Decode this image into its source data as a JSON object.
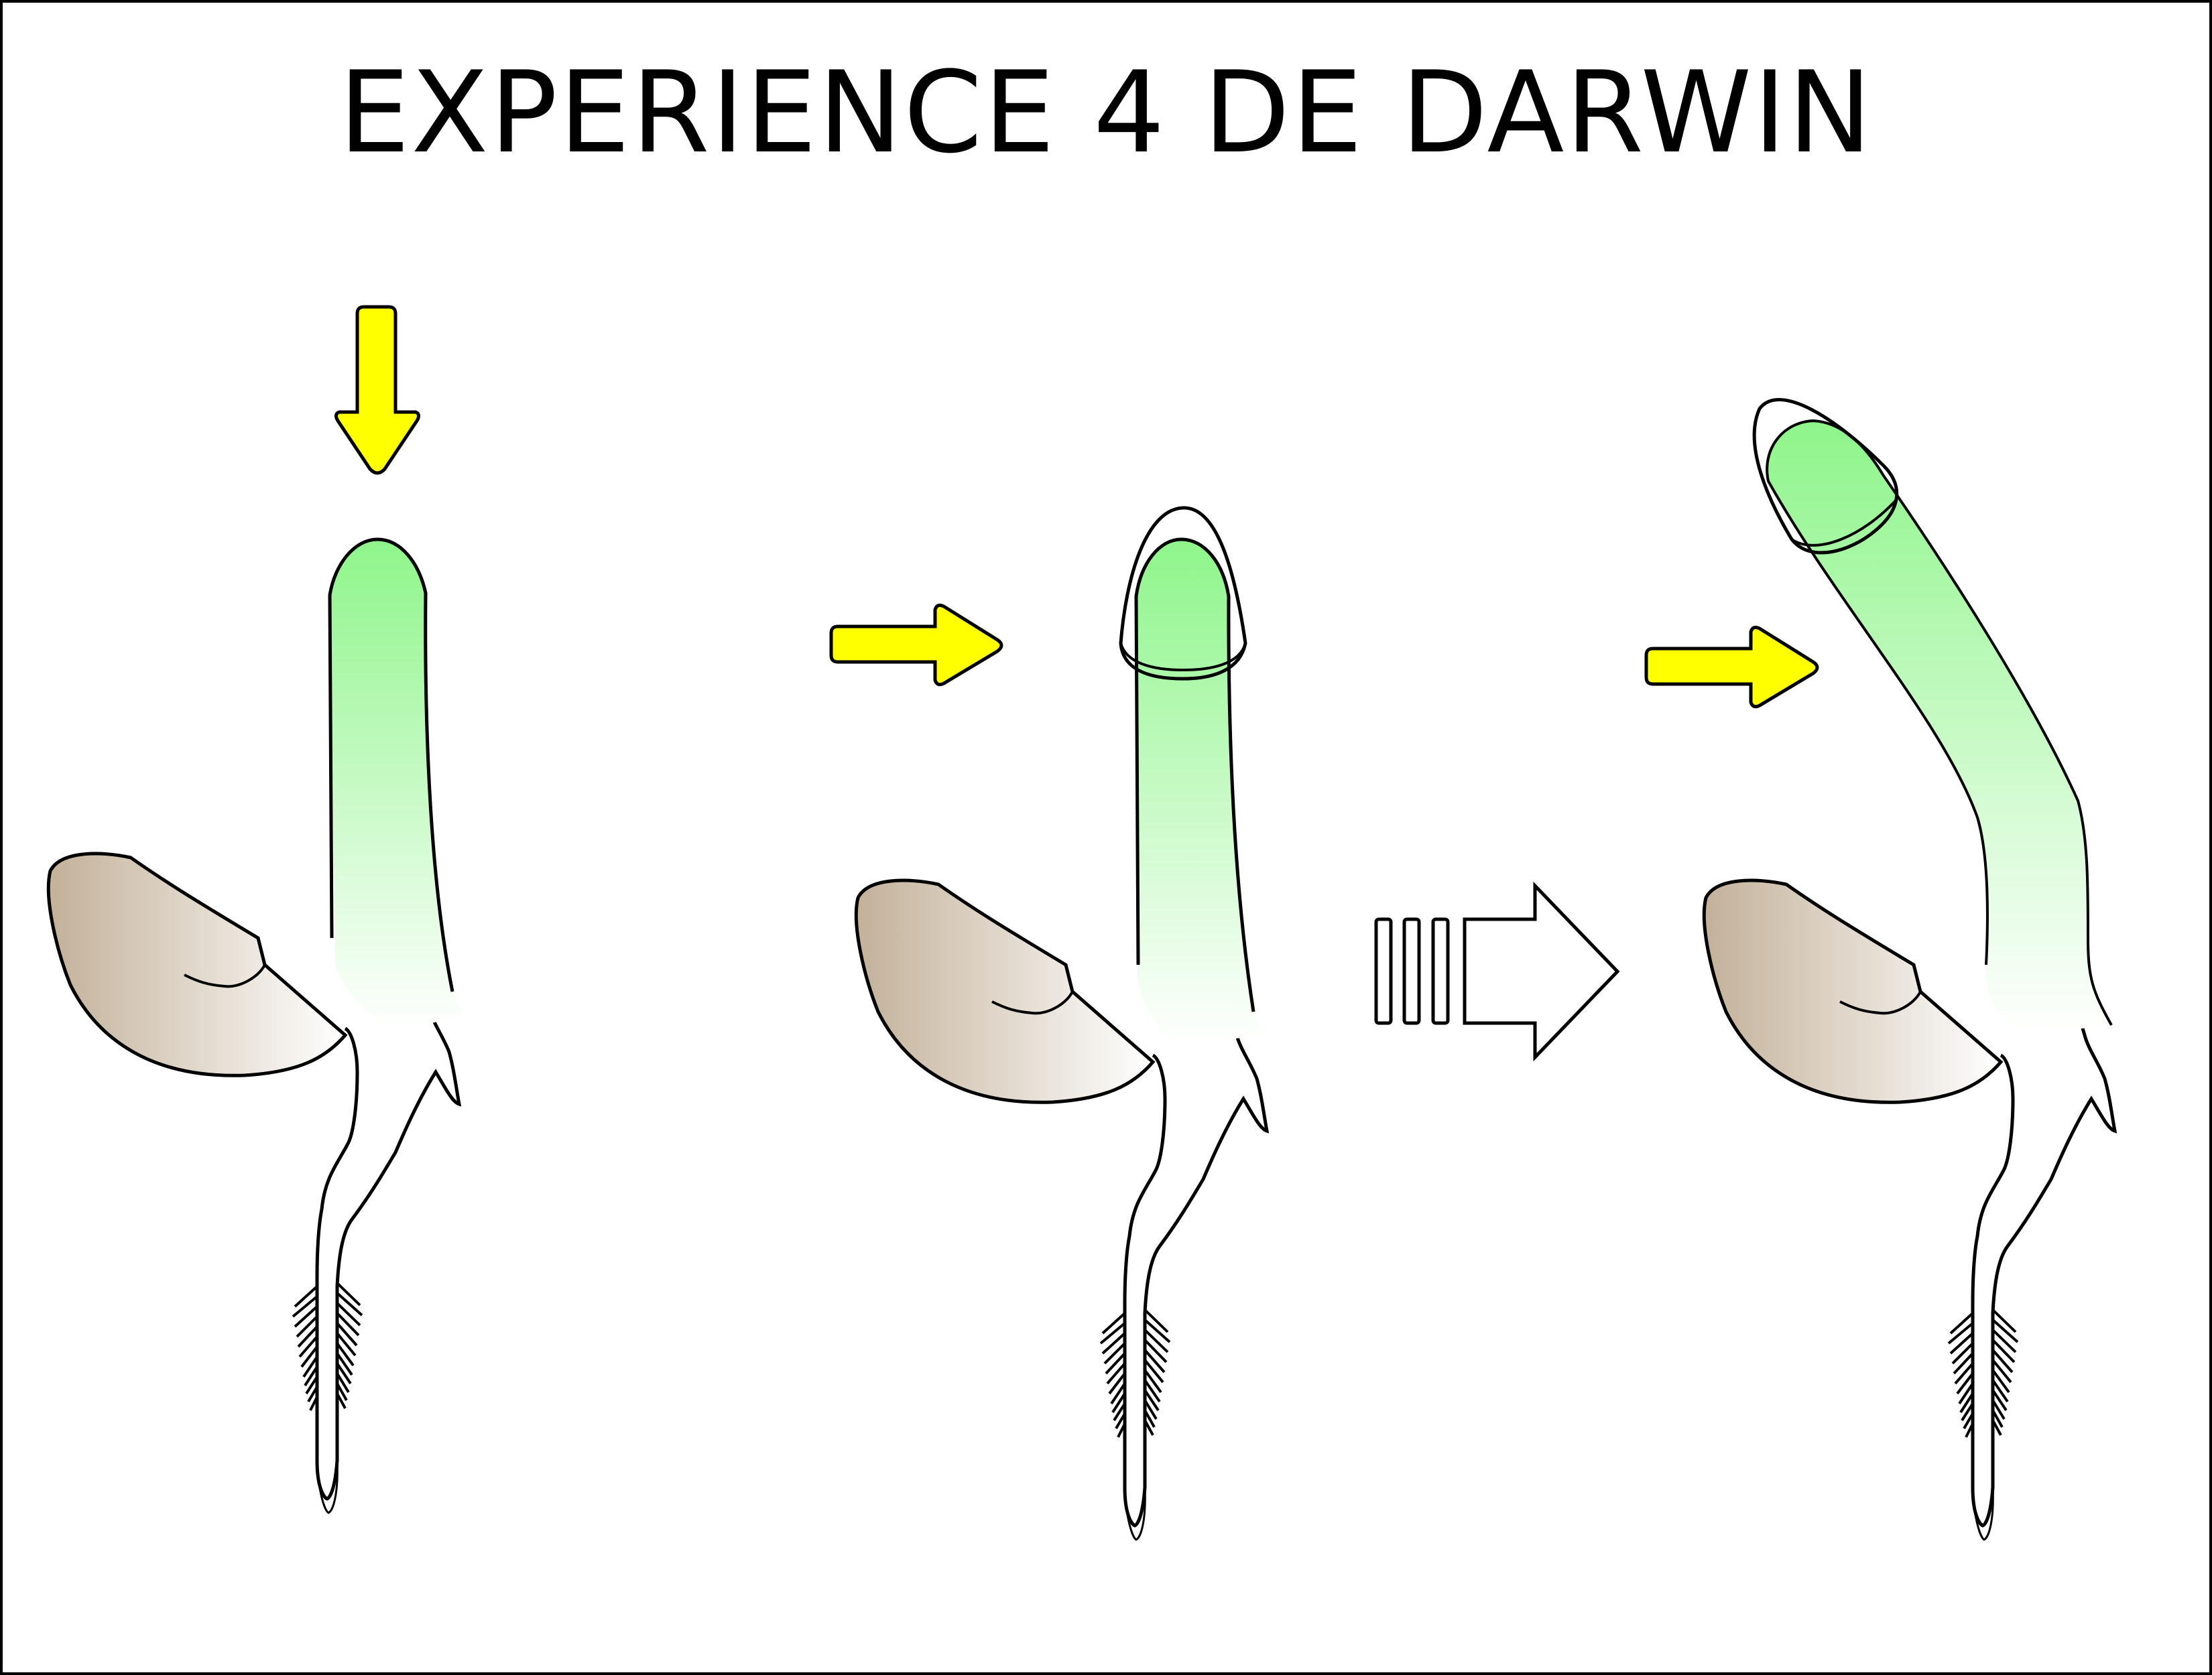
{
  "title": "EXPERIENCE 4 DE DARWIN",
  "colors": {
    "light_arrow": "#ffff00",
    "coleoptile_green": "#8ef58a",
    "seed_brown": "#c3b199",
    "outline": "#000000",
    "background": "#ffffff"
  },
  "icons": [
    "light-arrow-down",
    "light-arrow-right",
    "sequence-arrow",
    "cap-outline"
  ]
}
